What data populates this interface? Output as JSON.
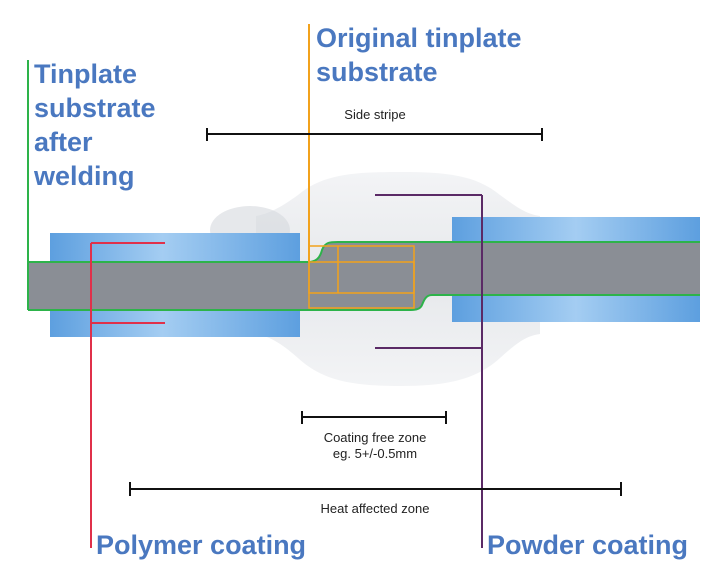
{
  "labels": {
    "tinplate_after_welding": [
      "Tinplate",
      "substrate",
      "after",
      "welding"
    ],
    "original_tinplate": [
      "Original tinplate",
      "substrate"
    ],
    "polymer_coating": "Polymer coating",
    "powder_coating": "Powder coating",
    "side_stripe": "Side stripe",
    "coating_free_zone": [
      "Coating free zone",
      "eg. 5+/-0.5mm"
    ],
    "heat_affected_zone": "Heat affected zone"
  },
  "colors": {
    "label_blue": "#4a78c0",
    "substrate_gray": "#8a8e95",
    "polymer_blue": "#6aa8e2",
    "powder_white": "#ebedf0",
    "after_welding_green": "#2db34a",
    "original_orange": "#f2a21c",
    "polymer_red": "#e0304a",
    "powder_purple": "#5b2a66",
    "dimension_black": "#111111"
  }
}
